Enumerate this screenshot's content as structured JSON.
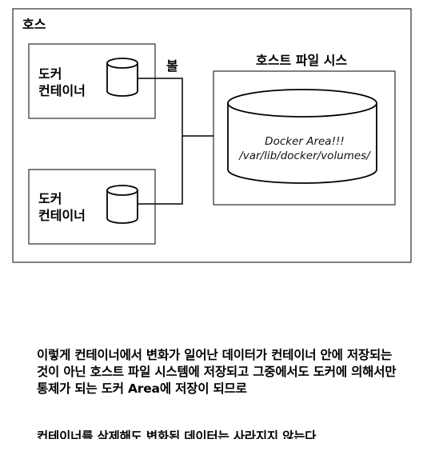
{
  "diagram": {
    "host_label": "호스",
    "container_top_label": [
      "도커",
      "컨테이너"
    ],
    "container_bottom_label": [
      "도커",
      "컨테이너"
    ],
    "volume_label": "볼",
    "host_fs_label": "호스트 파일 시스",
    "area_label_line1": "Docker Area!!!",
    "area_label_line2": "/var/lib/docker/volumes/"
  },
  "text": {
    "paragraph1": "이렇게 컨테이너에서 변화가 일어난 데이터가 컨테이너 안에 저장되는 것이 아닌 호스트 파일 시스템에 저장되고 그중에서도 도커에 의해서만 통제가 되는 도커 Area에 저장이 되므로",
    "paragraph2": "컨테이너를 삭제해도 변화된 데이터는 사라지지 않는다"
  }
}
